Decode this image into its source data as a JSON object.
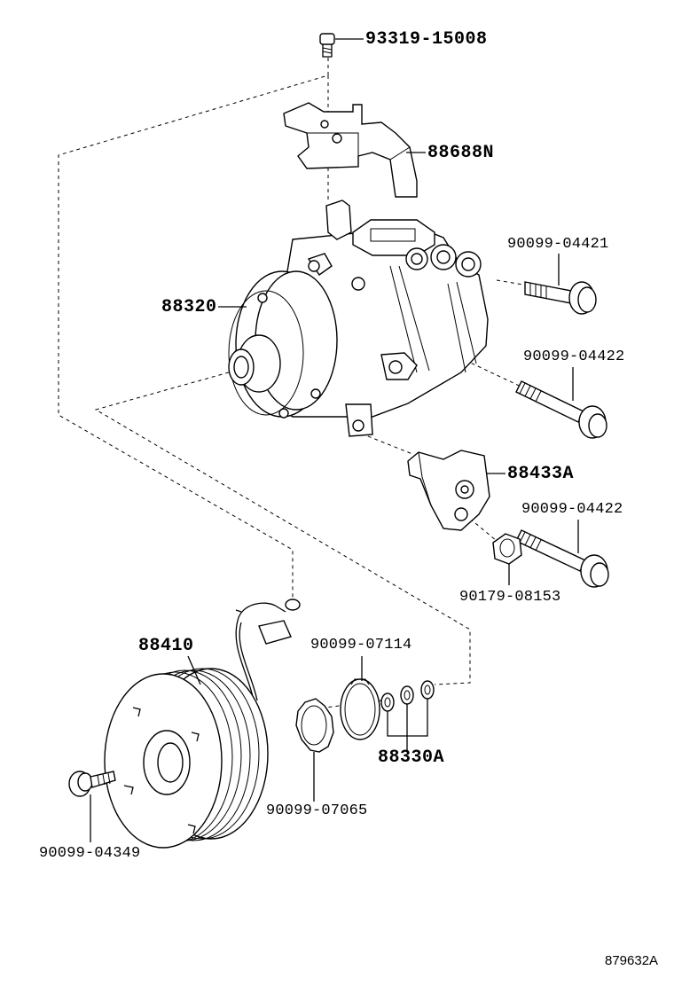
{
  "diagram": {
    "labels": {
      "p93319_15008": "93319-15008",
      "p88688N": "88688N",
      "p90099_04421": "90099-04421",
      "p88320": "88320",
      "p90099_04422_a": "90099-04422",
      "p88433A": "88433A",
      "p90099_04422_b": "90099-04422",
      "p90179_08153": "90179-08153",
      "p88410": "88410",
      "p90099_07114": "90099-07114",
      "p88330A": "88330A",
      "p90099_07065": "90099-07065",
      "p90099_04349": "90099-04349"
    },
    "reference": "879632A"
  }
}
